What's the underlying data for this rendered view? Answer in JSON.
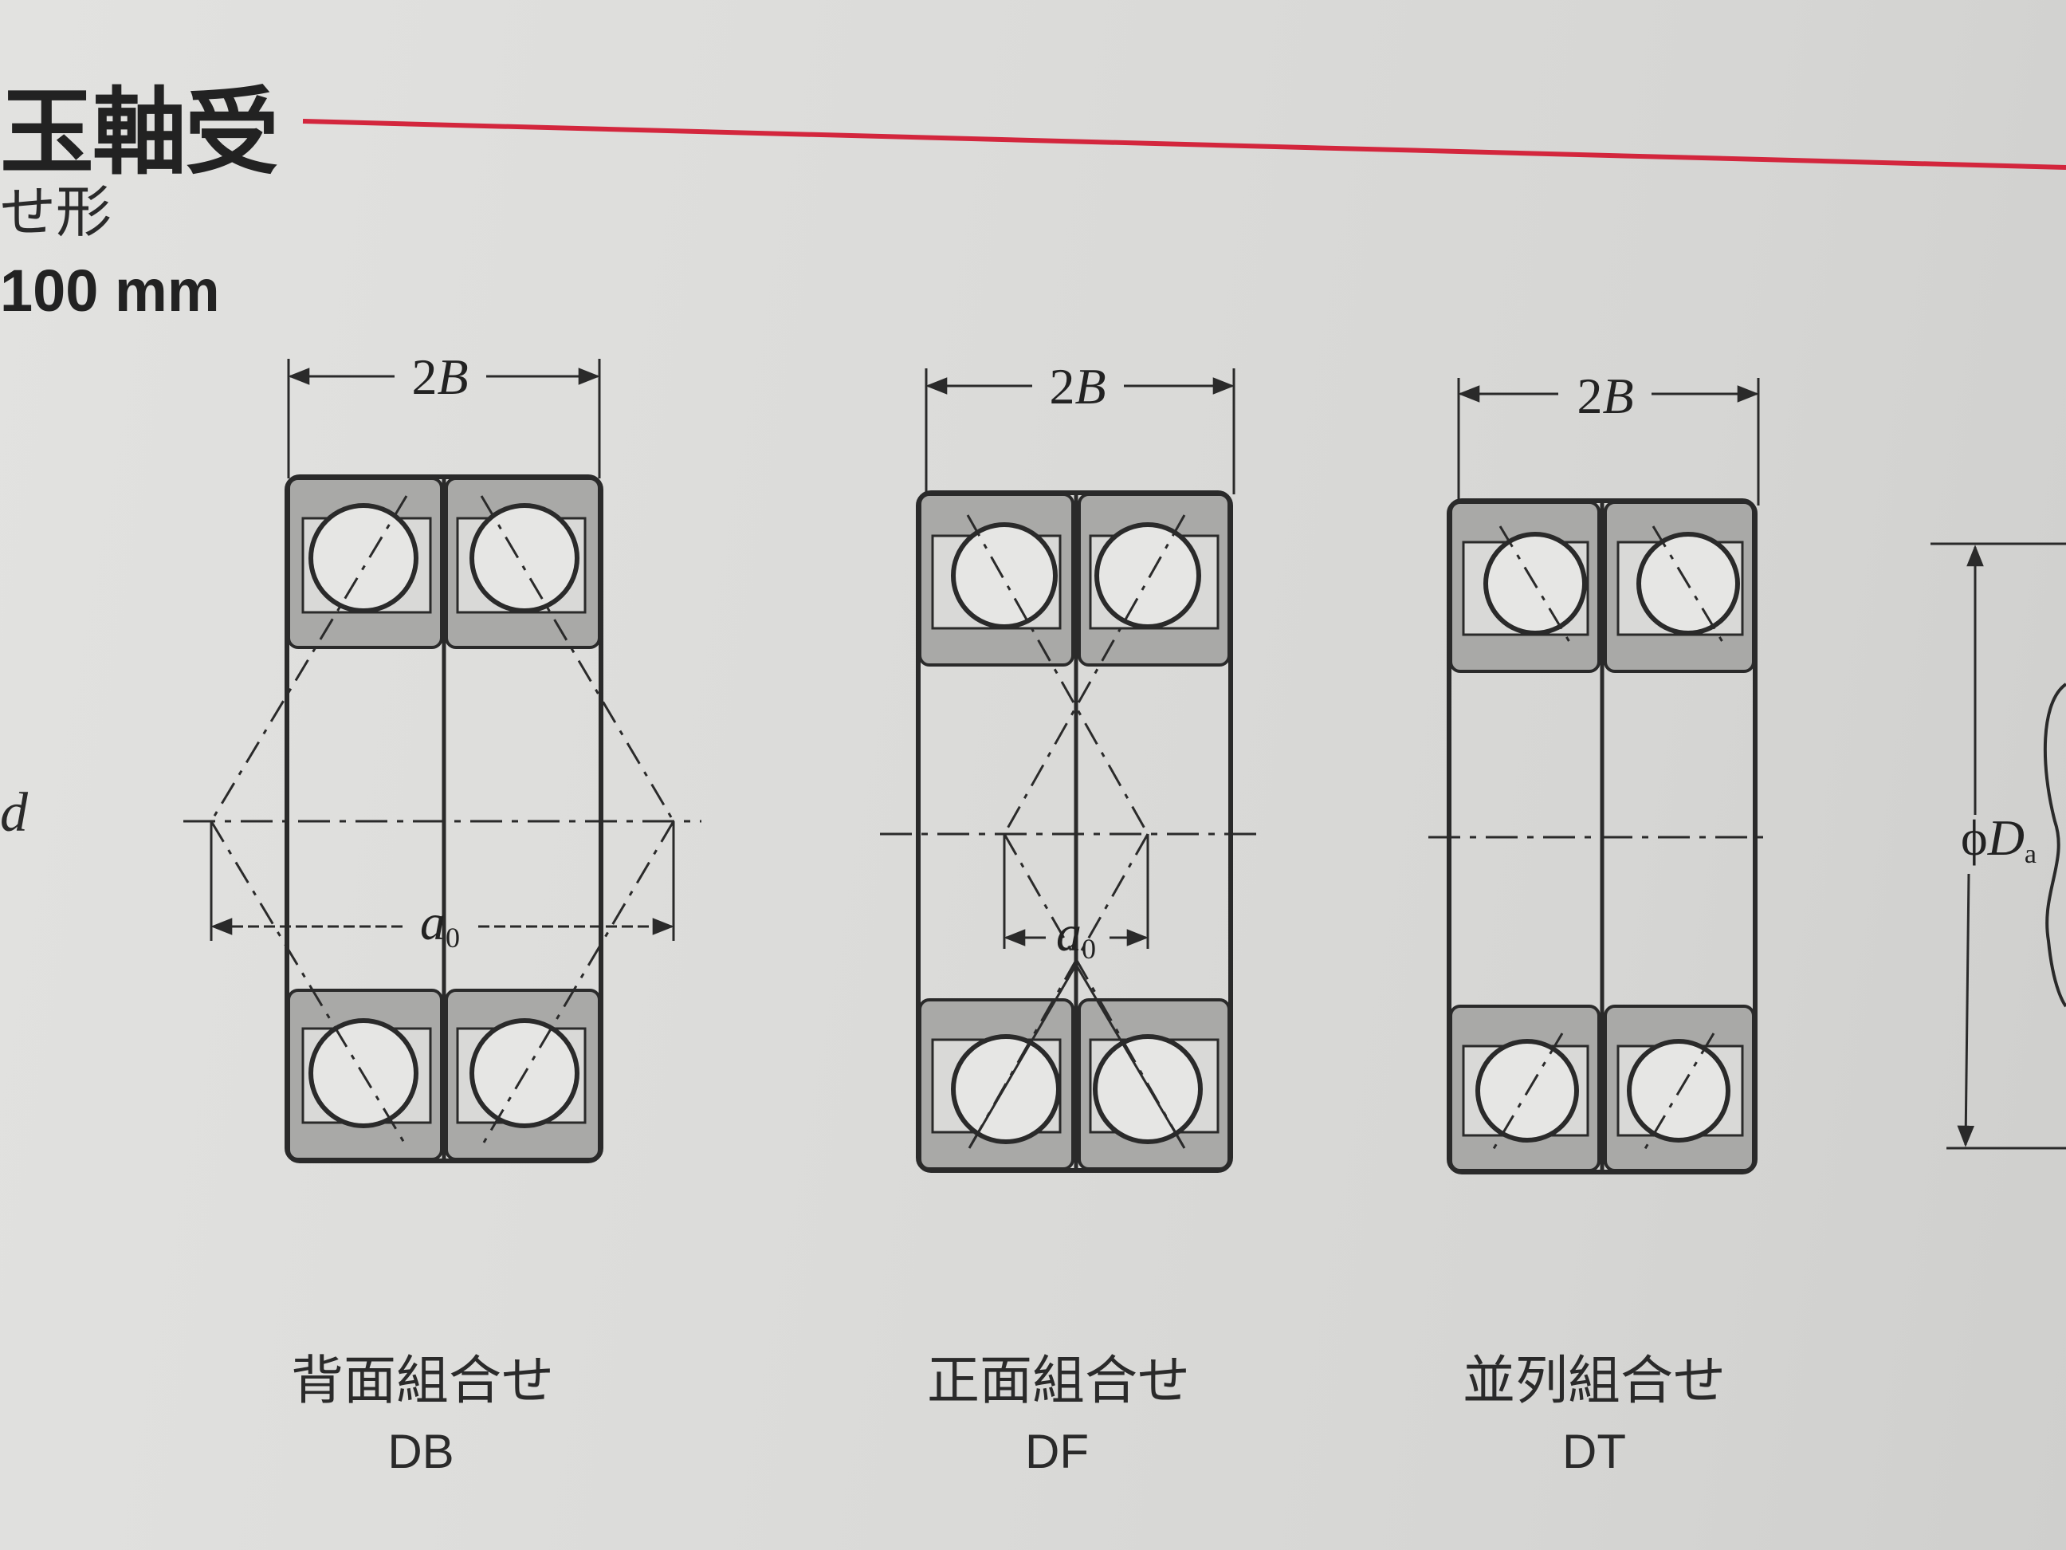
{
  "header": {
    "title": "玉軸受",
    "subtitle": "せ形",
    "range_text": "100 mm",
    "side_symbol": "d",
    "rule_color": "#d3263d"
  },
  "dimensions": {
    "width_label_num": "2",
    "width_label_var": "B",
    "a0_label_var": "a",
    "a0_label_sub": "0",
    "da_prefix": "ϕ",
    "da_var": "D",
    "da_sub": "a"
  },
  "arrangements": [
    {
      "id": "db",
      "name": "背面組合せ",
      "code": "DB"
    },
    {
      "id": "df",
      "name": "正面組合せ",
      "code": "DF"
    },
    {
      "id": "dt",
      "name": "並列組合せ",
      "code": "DT"
    }
  ]
}
